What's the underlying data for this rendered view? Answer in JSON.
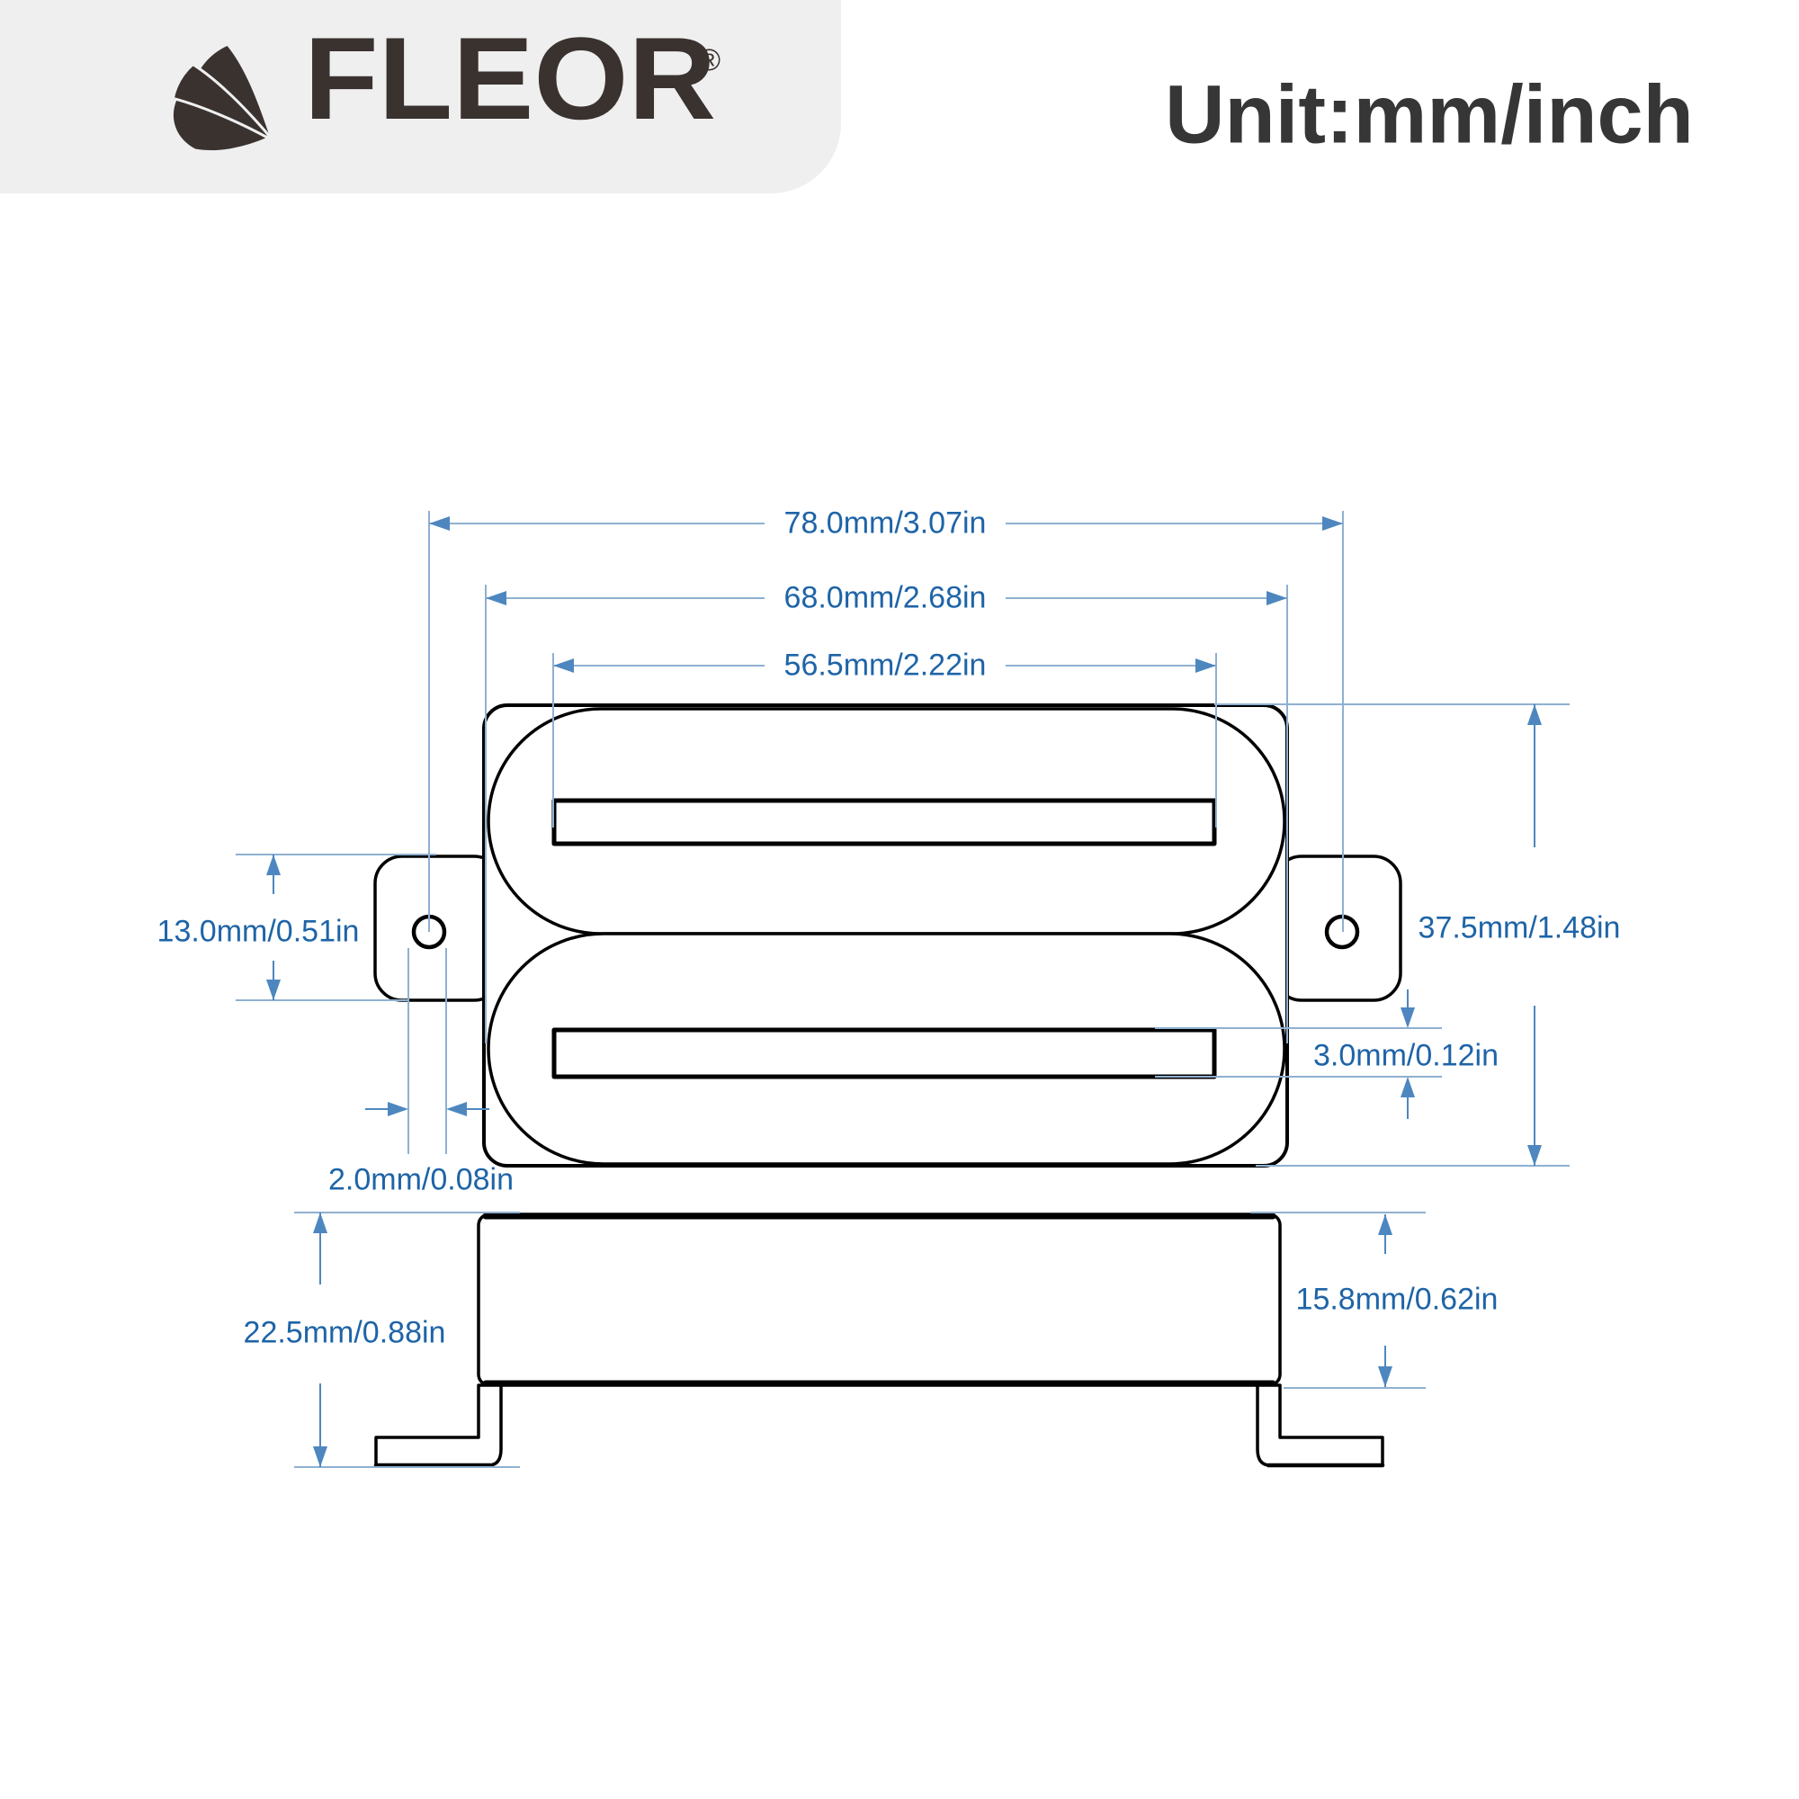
{
  "header": {
    "brand": "FLEOR",
    "registered_mark": "®",
    "unit_label": "Unit:mm/inch"
  },
  "dims": {
    "hole_spacing": "78.0mm/3.07in",
    "body_width": "68.0mm/2.68in",
    "rail_length": "56.5mm/2.22in",
    "tab_height": "13.0mm/0.51in",
    "body_height": "37.5mm/1.48in",
    "slot_height": "3.0mm/0.12in",
    "hole_diameter": "2.0mm/0.08in",
    "total_depth": "22.5mm/0.88in",
    "base_depth": "15.8mm/0.62in"
  },
  "colors": {
    "dimension_text": "#1e64a7",
    "dimension_line": "#8fb0d0",
    "arrow": "#4e87bf",
    "outline": "#000000",
    "header_background": "#efeff0",
    "logo": "#3a322f"
  }
}
